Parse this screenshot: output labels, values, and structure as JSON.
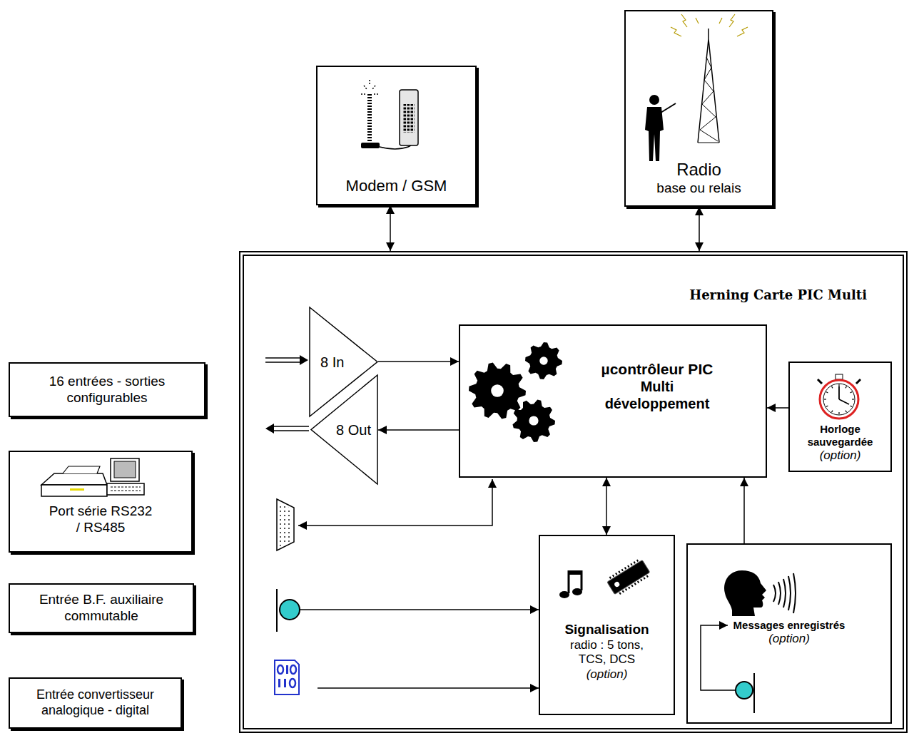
{
  "diagram": {
    "nodes": [
      {
        "text": [
          "Modem / GSM"
        ]
      },
      {
        "text": [
          "Radio",
          "base ou relais"
        ]
      },
      {
        "text": [
          "Herning Carte PIC Multi"
        ]
      },
      {
        "text": [
          "8 In"
        ],
        "in": 2
      },
      {
        "text": [
          "8 Out"
        ],
        "in": 2
      },
      {
        "text": [
          "µcontrôleur PIC",
          "Multi développement"
        ],
        "in": 2
      },
      {
        "text": [
          "Horloge sauvegardée",
          "(option)"
        ],
        "in": 2
      },
      {
        "text": [
          "Signalisation",
          "radio : 5 tons, TCS, DCS",
          "(option)"
        ],
        "in": 2
      },
      {
        "text": [
          "Messages enregistrés",
          "(option)"
        ],
        "in": 2
      },
      {
        "text": [
          "16 entrées - sorties configurables"
        ]
      },
      {
        "text": [
          "Port série RS232 / RS485"
        ]
      },
      {
        "text": [
          "Entrée B.F. auxiliaire commutable"
        ]
      },
      {
        "text": [
          "Entrée convertisseur analogique - digital"
        ]
      }
    ],
    "edges": [
      {
        "from": 0,
        "to": 2,
        "arrow": "both"
      },
      {
        "from": 1,
        "to": 2,
        "arrow": "both"
      },
      {
        "from": 3,
        "to": 5,
        "arrow": "to"
      },
      {
        "from": 5,
        "to": 4,
        "arrow": "to"
      },
      {
        "from": 6,
        "to": 5,
        "arrow": "to"
      },
      {
        "from": 5,
        "to": 7,
        "arrow": "both"
      },
      {
        "from": 8,
        "to": 5,
        "arrow": "to"
      }
    ]
  }
}
